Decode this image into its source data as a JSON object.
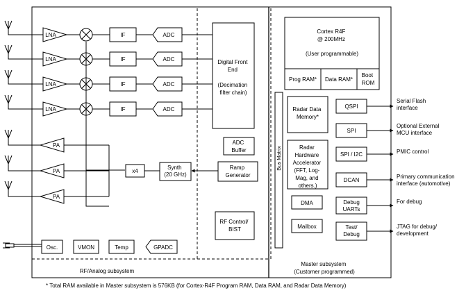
{
  "rf": {
    "lna": [
      "LNA",
      "LNA",
      "LNA",
      "LNA"
    ],
    "if": [
      "IF",
      "IF",
      "IF",
      "IF"
    ],
    "adc": [
      "ADC",
      "ADC",
      "ADC",
      "ADC"
    ],
    "pa": [
      "PA",
      "PA",
      "PA"
    ],
    "x4": "x4",
    "synth": [
      "Synth",
      "(20 GHz)"
    ],
    "ramp": [
      "Ramp",
      "Generator"
    ],
    "osc": "Osc.",
    "vmon": "VMON",
    "temp": "Temp",
    "gpadc": "GPADC",
    "dfe": [
      "Digital Front",
      "End",
      "",
      "(Decimation",
      "filter chain)"
    ],
    "adc_buffer": [
      "ADC",
      "Buffer"
    ],
    "rf_control": [
      "RF Control/",
      "BIST"
    ],
    "subsystem_label": "RF/Analog subsystem"
  },
  "master": {
    "cortex": [
      "Cortex R4F",
      "@ 200MHz",
      "",
      "(User programmable)"
    ],
    "prog_ram": "Prog RAM*",
    "data_ram": "Data RAM*",
    "boot_rom": [
      "Boot",
      "ROM"
    ],
    "bus_matrix": "Bus Matrix",
    "radar_mem": [
      "Radar Data",
      "Memory*"
    ],
    "radar_acc": [
      "Radar",
      "Hardware",
      "Accelerator",
      "(FFT, Log-",
      "Mag, and",
      "others.)"
    ],
    "dma": "DMA",
    "mailbox": "Mailbox",
    "qspi": "QSPI",
    "spi": "SPI",
    "spi_i2c": "SPI / I2C",
    "dcan": "DCAN",
    "debug_uarts": [
      "Debug",
      "UARTs"
    ],
    "test_debug": [
      "Test/",
      "Debug"
    ],
    "subsystem_label": [
      "Master subsystem",
      "(Customer programmed)"
    ]
  },
  "interfaces": {
    "serial_flash": [
      "Serial Flash",
      "interface"
    ],
    "optional_mcu": [
      "Optional External",
      "MCU interface"
    ],
    "pmic": [
      "PMIC control"
    ],
    "primary_comm": [
      "Primary communication",
      "interface (automotive)"
    ],
    "for_debug": [
      "For debug"
    ],
    "jtag": [
      "JTAG for debug/",
      "development"
    ]
  },
  "footnote": "* Total RAM available in Master subsystem is 576KB (for Cortex-R4F Program RAM, Data RAM, and Radar Data Memory)"
}
